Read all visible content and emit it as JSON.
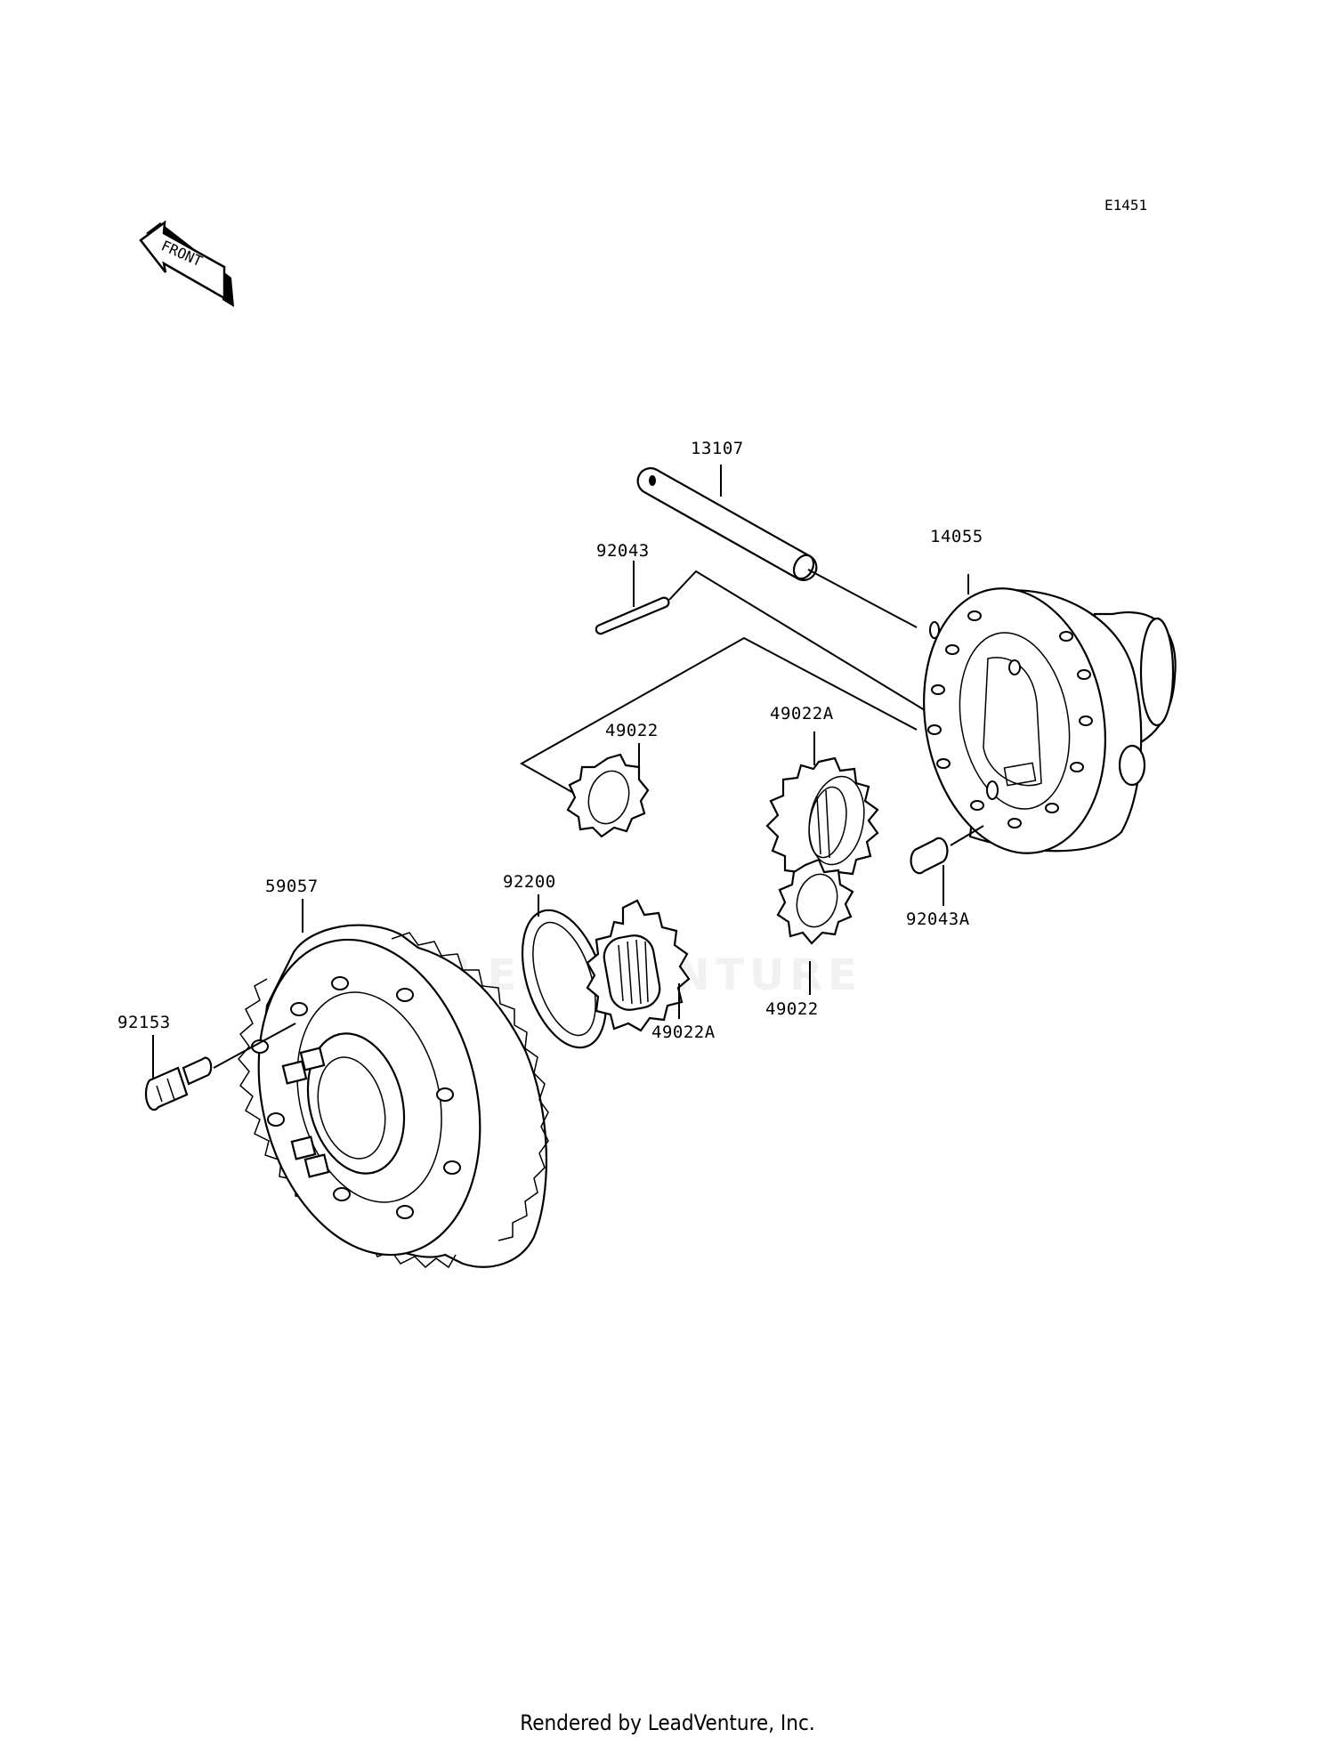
{
  "diagram_code": "E1451",
  "front_arrow_text": "FRONT",
  "watermark": "LEADVENTURE",
  "footer": "Rendered by LeadVenture, Inc.",
  "callouts": {
    "p13107": "13107",
    "p92043": "92043",
    "p14055": "14055",
    "p49022_upper": "49022",
    "p49022A_upper": "49022A",
    "p59057": "59057",
    "p92200": "92200",
    "p92043A": "92043A",
    "p92153": "92153",
    "p49022A_lower": "49022A",
    "p49022_lower": "49022"
  }
}
